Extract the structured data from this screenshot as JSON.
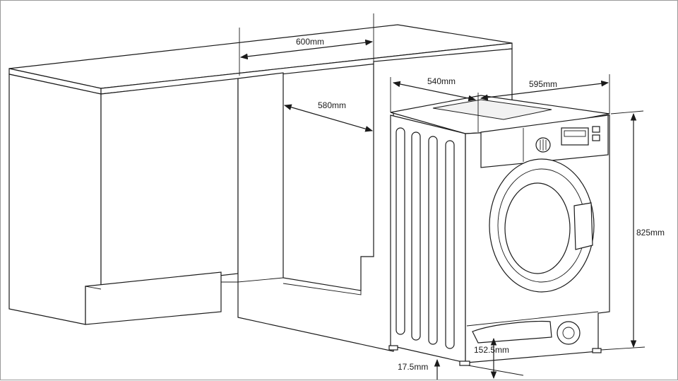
{
  "dimensions": {
    "cabinet_width": "600mm",
    "cabinet_depth": "580mm",
    "machine_depth": "540mm",
    "machine_width": "595mm",
    "machine_height": "825mm",
    "base_recess": "152.5mm",
    "foot_clearance": "17.5mm"
  },
  "colors": {
    "line": "#1a1a1a",
    "background": "#ffffff"
  }
}
